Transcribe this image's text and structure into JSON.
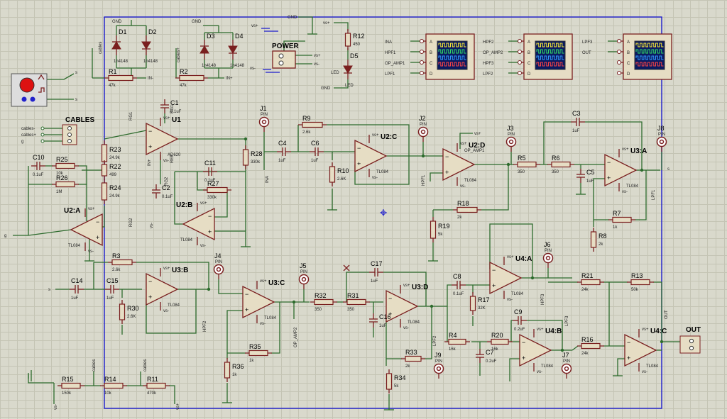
{
  "colors": {
    "wire": "#2d6b2d",
    "part": "#7a1f1f",
    "frame": "#1b1bcc",
    "grid": "#c4c4b4",
    "background": "#d9d9cc"
  },
  "resistors": [
    {
      "ref": "R1",
      "val": "47k"
    },
    {
      "ref": "R2",
      "val": "47k"
    },
    {
      "ref": "R3",
      "val": "2.6k"
    },
    {
      "ref": "R4",
      "val": "16k"
    },
    {
      "ref": "R5",
      "val": "350"
    },
    {
      "ref": "R6",
      "val": "350"
    },
    {
      "ref": "R7",
      "val": "1k"
    },
    {
      "ref": "R8",
      "val": "2k"
    },
    {
      "ref": "R9",
      "val": "2.6k"
    },
    {
      "ref": "R10",
      "val": "2.6K"
    },
    {
      "ref": "R11",
      "val": "470k"
    },
    {
      "ref": "R12",
      "val": "450"
    },
    {
      "ref": "R13",
      "val": "50k"
    },
    {
      "ref": "R14",
      "val": "10k"
    },
    {
      "ref": "R15",
      "val": "150k"
    },
    {
      "ref": "R16",
      "val": "24k"
    },
    {
      "ref": "R17",
      "val": "32K"
    },
    {
      "ref": "R18",
      "val": "2k"
    },
    {
      "ref": "R19",
      "val": "5k"
    },
    {
      "ref": "R20",
      "val": "16k"
    },
    {
      "ref": "R21",
      "val": "24k"
    },
    {
      "ref": "R22",
      "val": "499"
    },
    {
      "ref": "R23",
      "val": "24.9k"
    },
    {
      "ref": "R24",
      "val": "24.9k"
    },
    {
      "ref": "R25",
      "val": "10k"
    },
    {
      "ref": "R26",
      "val": "1M"
    },
    {
      "ref": "R27",
      "val": "330k"
    },
    {
      "ref": "R28",
      "val": "330k"
    },
    {
      "ref": "R30",
      "val": "2.6K"
    },
    {
      "ref": "R31",
      "val": "350"
    },
    {
      "ref": "R32",
      "val": "350"
    },
    {
      "ref": "R33",
      "val": "2k"
    },
    {
      "ref": "R34",
      "val": "5k"
    },
    {
      "ref": "R35",
      "val": "1k"
    },
    {
      "ref": "R36",
      "val": "1k"
    }
  ],
  "capacitors": [
    {
      "ref": "C1",
      "val": "0.1uF"
    },
    {
      "ref": "C2",
      "val": "0.1uF"
    },
    {
      "ref": "C3",
      "val": "1uF"
    },
    {
      "ref": "C4",
      "val": "1uF"
    },
    {
      "ref": "C5",
      "val": "1uF"
    },
    {
      "ref": "C6",
      "val": "1uF"
    },
    {
      "ref": "C7",
      "val": "0.2uF"
    },
    {
      "ref": "C8",
      "val": "0.1uF"
    },
    {
      "ref": "C9",
      "val": "0.2uF"
    },
    {
      "ref": "C10",
      "val": "0.1uF"
    },
    {
      "ref": "C11",
      "val": "0.1uF"
    },
    {
      "ref": "C14",
      "val": "1uF"
    },
    {
      "ref": "C15",
      "val": "1uF"
    },
    {
      "ref": "C16",
      "val": "1uF"
    },
    {
      "ref": "C17",
      "val": "1uF"
    }
  ],
  "opamps": [
    {
      "ref": "U1",
      "part": "AD620"
    },
    {
      "ref": "U2:A",
      "part": "TL084"
    },
    {
      "ref": "U2:B",
      "part": "TL084"
    },
    {
      "ref": "U2:C",
      "part": "TL084"
    },
    {
      "ref": "U2:D",
      "part": "TL084"
    },
    {
      "ref": "U3:A",
      "part": "TL084"
    },
    {
      "ref": "U3:B",
      "part": "TL084"
    },
    {
      "ref": "U3:C",
      "part": "TL084"
    },
    {
      "ref": "U3:D",
      "part": "TL084"
    },
    {
      "ref": "U4:A",
      "part": "TL084"
    },
    {
      "ref": "U4:B",
      "part": "TL084"
    },
    {
      "ref": "U4:C",
      "part": "TL084"
    }
  ],
  "diodes": [
    {
      "ref": "D1",
      "part": "1n4148"
    },
    {
      "ref": "D2",
      "part": "1n4148"
    },
    {
      "ref": "D3",
      "part": "1n4148"
    },
    {
      "ref": "D4",
      "part": "1n4148"
    },
    {
      "ref": "D5",
      "part": "LED"
    }
  ],
  "test_pins": [
    {
      "ref": "J1",
      "type": "PIN"
    },
    {
      "ref": "J2",
      "type": "PIN"
    },
    {
      "ref": "J3",
      "type": "PIN"
    },
    {
      "ref": "J4",
      "type": "PIN"
    },
    {
      "ref": "J5",
      "type": "PIN"
    },
    {
      "ref": "J6",
      "type": "PIN"
    },
    {
      "ref": "J7",
      "type": "PIN"
    },
    {
      "ref": "J8",
      "type": "PIN"
    },
    {
      "ref": "J9",
      "type": "PIN"
    }
  ],
  "connectors": {
    "power": "POWER",
    "cables": "CABLES",
    "out": "OUT"
  },
  "scopes": [
    {
      "inputs": [
        "INA",
        "HPF1",
        "OP_AMP1",
        "LPF1"
      ],
      "channels": [
        "A",
        "B",
        "C",
        "D"
      ]
    },
    {
      "inputs": [
        "HPF2",
        "OP_AMP2",
        "HPF3",
        "LPF2"
      ],
      "channels": [
        "A",
        "B",
        "C",
        "D"
      ]
    },
    {
      "inputs": [
        "LPF3",
        "OUT"
      ],
      "channels": [
        "A",
        "B",
        "C",
        "D"
      ]
    }
  ],
  "net_labels": {
    "gnd": "GND",
    "vs_plus": "vs+",
    "vs_minus": "vs-",
    "in_plus": "IN+",
    "in_minus": "IN-",
    "cables": "cables",
    "cables_plus": "cables+",
    "cables_minus": "cables-",
    "g": "g",
    "s": "s",
    "rg1": "RG1",
    "rg2": "RG2",
    "ref": "REF",
    "ina": "INA",
    "hpf1": "HPF1",
    "hpf2": "HPF2",
    "hpf3": "HPF3",
    "lpf1": "LPF1",
    "lpf2": "LPF2",
    "lpf3": "LPF3",
    "op_amp1": "OP_AMP1",
    "op_amp2": "OP_AMP2",
    "out": "OUT",
    "led": "LED"
  }
}
